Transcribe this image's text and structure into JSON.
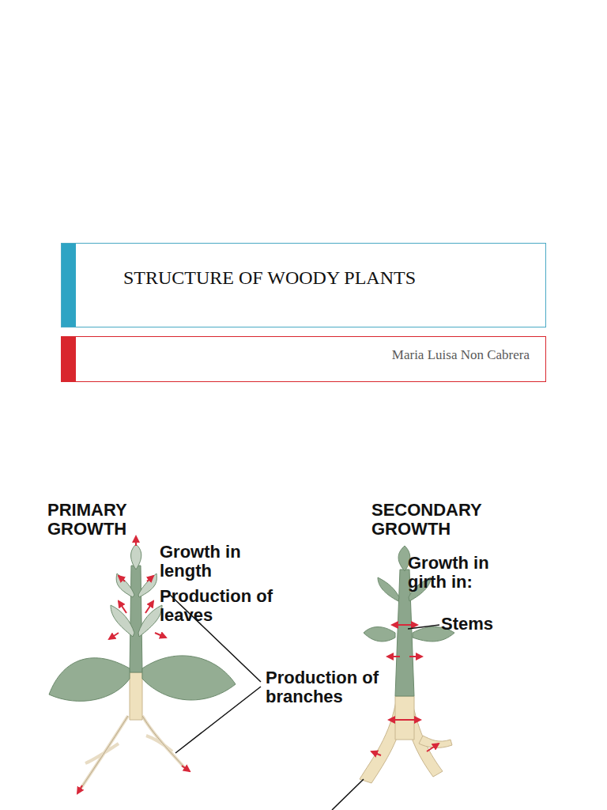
{
  "diagram": {
    "nodes": [
      {
        "text": [
          "STRUCTURE OF WOODY PLANTS"
        ]
      },
      {
        "text": [
          "Maria Luisa Non Cabrera"
        ]
      }
    ],
    "labels": [
      "PRIMARY GROWTH",
      "Growth in length",
      "Production of leaves",
      "Production of branches",
      "SECONDARY GROWTH",
      "Growth in girth in:",
      "Stems"
    ]
  }
}
